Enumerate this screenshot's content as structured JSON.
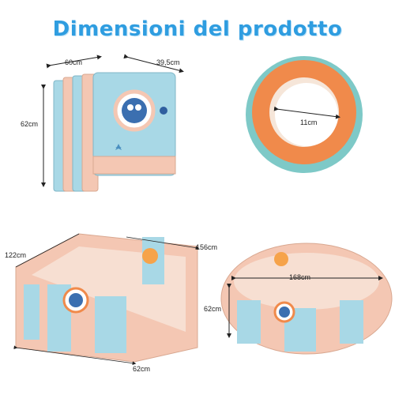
{
  "header": {
    "title": "Dimensioni del prodotto"
  },
  "folded": {
    "width": "60cm",
    "depth": "39,5cm",
    "height": "62cm"
  },
  "ring": {
    "diameter": "11cm"
  },
  "square": {
    "side_left": "122cm",
    "side_right": "156cm",
    "height": "62cm"
  },
  "round": {
    "diameter": "168cm",
    "height": "62cm"
  },
  "colors": {
    "title": "#2f9de0",
    "panel_blue": "#a8d8e6",
    "panel_pink": "#f4c7b3",
    "ring_orange": "#f08a4b",
    "ring_teal": "#7ec9c7"
  }
}
